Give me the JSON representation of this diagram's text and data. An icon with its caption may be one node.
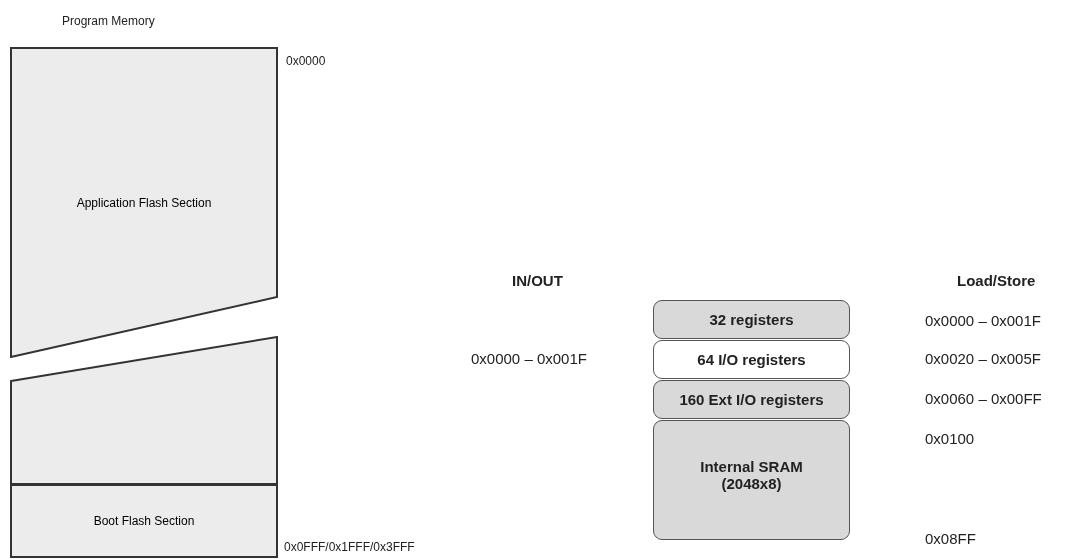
{
  "diagram": {
    "nodes": [
      {
        "text": [
          "Application Flash Section"
        ]
      },
      {
        "text": [],
        "shape": "box"
      },
      {
        "text": [
          "Boot Flash Section"
        ]
      },
      {
        "text": [
          "32 registers"
        ]
      },
      {
        "text": [
          "64 I/O registers"
        ]
      },
      {
        "text": [
          "160 Ext I/O registers"
        ]
      },
      {
        "text": [
          "Internal SRAM (2048x8)"
        ]
      }
    ],
    "edges": [],
    "labels": [
      "Program Memory",
      "0x0000",
      "IN/OUT",
      "Load/Store",
      "0x0000 – 0x001F",
      "0x0000 – 0x001F",
      "0x0020 – 0x005F",
      "0x0060 – 0x00FF",
      "0x0100",
      "0x08FF",
      "0x0FFF/0x1FFF/0x3FFF"
    ]
  }
}
